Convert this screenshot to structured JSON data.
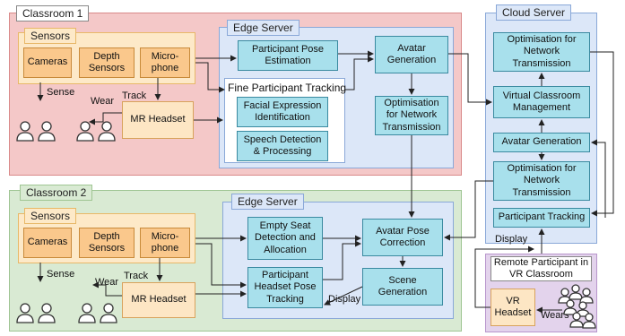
{
  "classroom1": {
    "title": "Classroom 1",
    "sensors_title": "Sensors",
    "cameras": "Cameras",
    "depth_sensors": "Depth Sensors",
    "microphone": "Micro-phone",
    "mr_headset": "MR Headset",
    "sense": "Sense",
    "wear": "Wear",
    "track": "Track",
    "edge_title": "Edge Server",
    "pose_estimation": "Participant Pose Estimation",
    "fine_tracking_title": "Fine Participant Tracking",
    "facial_expression": "Facial Expression Identification",
    "speech_detection": "Speech Detection & Processing",
    "avatar_generation": "Avatar Generation",
    "optimisation": "Optimisation for Network Transmission"
  },
  "classroom2": {
    "title": "Classroom 2",
    "sensors_title": "Sensors",
    "cameras": "Cameras",
    "depth_sensors": "Depth Sensors",
    "microphone": "Micro-phone",
    "mr_headset": "MR Headset",
    "sense": "Sense",
    "wear": "Wear",
    "track": "Track",
    "edge_title": "Edge Server",
    "empty_seat": "Empty Seat Detection and Allocation",
    "headset_pose": "Participant Headset Pose Tracking",
    "avatar_pose": "Avatar Pose Correction",
    "scene_generation": "Scene Generation",
    "display": "Display"
  },
  "cloud": {
    "title": "Cloud Server",
    "optimisation_top": "Optimisation for Network Transmission",
    "virtual_classroom": "Virtual Classroom Management",
    "avatar_generation": "Avatar Generation",
    "optimisation_bottom": "Optimisation for Network Transmission",
    "participant_tracking": "Participant Tracking",
    "display": "Display"
  },
  "remote": {
    "title": "Remote Participant in VR Classroom",
    "vr_headset": "VR Headset",
    "wears": "Wears"
  }
}
